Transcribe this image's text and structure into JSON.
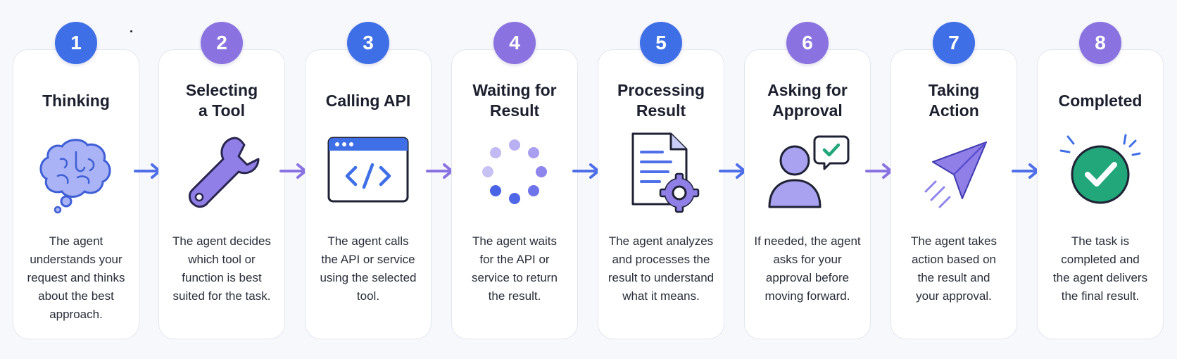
{
  "steps": [
    {
      "number": "1",
      "title": "Thinking",
      "description": "The agent\nunderstands your\nrequest and thinks\nabout the best\napproach.",
      "icon": "brain-icon"
    },
    {
      "number": "2",
      "title": "Selecting\na Tool",
      "description": "The agent decides\nwhich tool or\nfunction is best\nsuited for the task.",
      "icon": "wrench-icon"
    },
    {
      "number": "3",
      "title": "Calling API",
      "description": "The agent calls\nthe API or service\nusing the selected\ntool.",
      "icon": "code-window-icon"
    },
    {
      "number": "4",
      "title": "Waiting for\nResult",
      "description": "The agent waits\nfor the API or\nservice to return\nthe result.",
      "icon": "loading-spinner-icon"
    },
    {
      "number": "5",
      "title": "Processing\nResult",
      "description": "The agent analyzes\nand processes the\nresult to understand\nwhat it means.",
      "icon": "document-gear-icon"
    },
    {
      "number": "6",
      "title": "Asking for\nApproval",
      "description": "If needed, the agent\nasks for your\napproval before\nmoving forward.",
      "icon": "user-approval-icon"
    },
    {
      "number": "7",
      "title": "Taking\nAction",
      "description": "The agent takes\naction based on\nthe result and\nyour approval.",
      "icon": "paper-plane-icon"
    },
    {
      "number": "8",
      "title": "Completed",
      "description": "The task is\ncompleted and\nthe agent delivers\nthe final result.",
      "icon": "check-circle-icon"
    }
  ],
  "colors": {
    "blue": "#3f6fe6",
    "purple": "#8a73e0",
    "green": "#22a77a",
    "arrow": "#4f6fe9"
  }
}
